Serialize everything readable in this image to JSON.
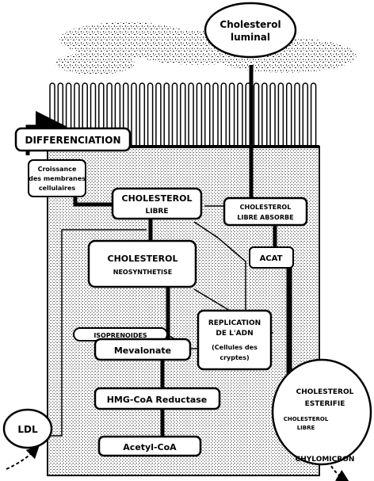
{
  "nodes": {
    "cholesterol_luminal": [
      "Cholesterol",
      "luminal"
    ],
    "differenciation": [
      "DIFFERENCIATION"
    ],
    "croissance": [
      "Croissance",
      "des membranes",
      "cellulaires"
    ],
    "cholesterol_libre": [
      "CHOLESTEROL",
      "LIBRE"
    ],
    "cholesterol_libre_absorbe": [
      "CHOLESTEROL",
      "LIBRE ABSORBE"
    ],
    "acat": [
      "ACAT"
    ],
    "cholesterol_neosynthetise": [
      "CHOLESTEROL",
      "NEOSYNTHETISE"
    ],
    "isoprenoides": [
      "ISOPRENOIDES"
    ],
    "mevalonate": [
      "Mevalonate"
    ],
    "replication_adn": [
      "REPLICATION",
      "DE L'ADN"
    ],
    "cellules_cryptes": [
      "(Cellules des",
      "cryptes)"
    ],
    "hmg_coa_reductase": [
      "HMG-CoA Reductase"
    ],
    "acetyl_coa": [
      "Acetyl-CoA"
    ],
    "ldl": [
      "LDL"
    ],
    "cholesterol_esterifie": [
      "CHOLESTEROL",
      "ESTERIFIE"
    ],
    "cholesterol_libre_small": [
      "CHOLESTEROL",
      "LIBRE"
    ],
    "chylomicron": [
      "CHYLOMICRON"
    ]
  },
  "colors": {
    "ink": "#000000",
    "paper": "#ffffff",
    "cell_stipple": "#8a8a8a"
  }
}
